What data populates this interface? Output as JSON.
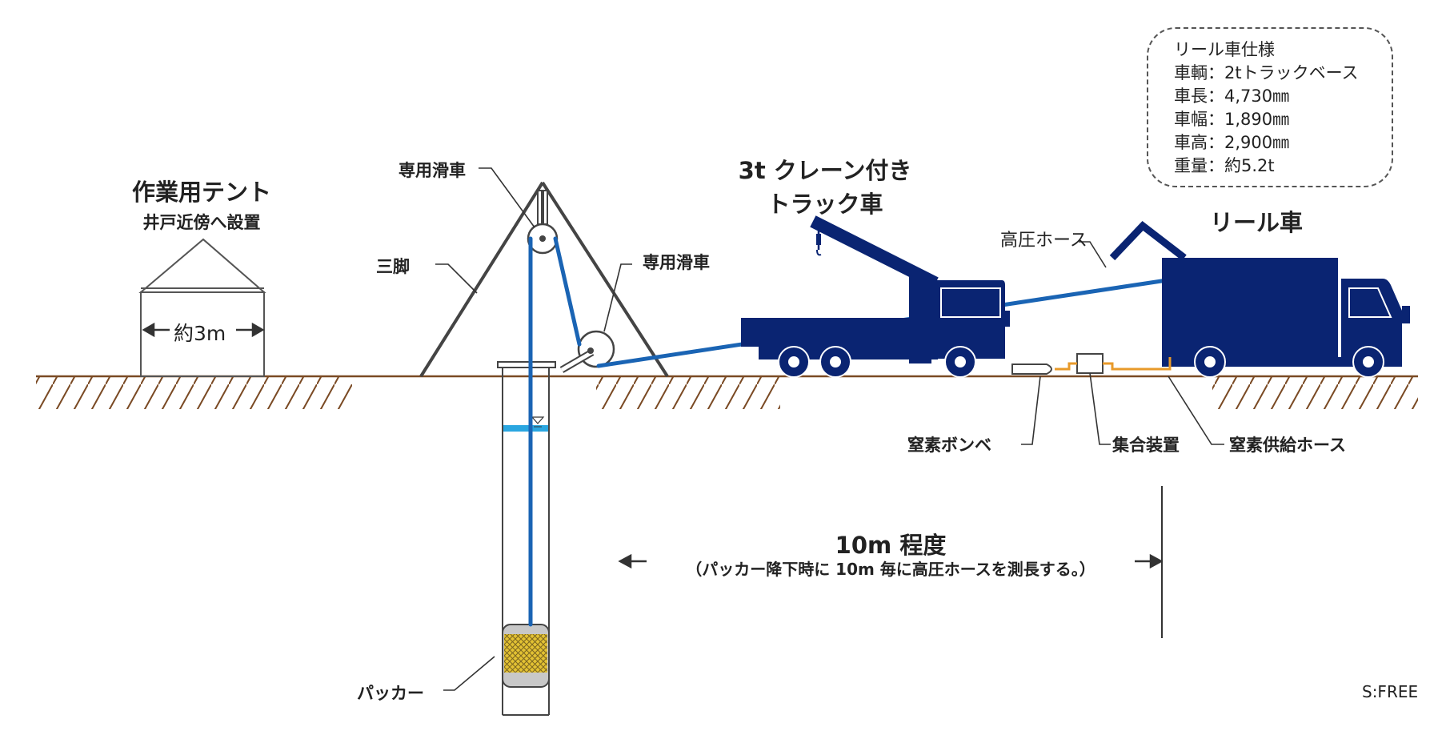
{
  "colors": {
    "navy": "#0a2472",
    "pipe_blue": "#1a64b4",
    "water": "#2aa6e0",
    "ground": "#7a4a24",
    "orange": "#e89a2a",
    "structure": "#444444"
  },
  "tent": {
    "title": "作業用テント",
    "subtitle": "井戸近傍へ設置",
    "width": "約3m"
  },
  "tripod": {
    "pulley_top": "専用滑車",
    "pulley_side": "専用滑車",
    "tripod": "三脚"
  },
  "crane_truck": {
    "line1": "3t クレーン付き",
    "line2": "トラック車"
  },
  "reel_truck": {
    "title": "リール車",
    "hose": "高圧ホース"
  },
  "spec": {
    "title": "リール車仕様",
    "lines": [
      "車輌：2tトラックベース",
      "車長：4,730㎜",
      "車幅：1,890㎜",
      "車高：2,900㎜",
      "重量：約5.2t"
    ]
  },
  "equipment": {
    "cylinder": "窒素ボンベ",
    "manifold": "集合装置",
    "supply_hose": "窒素供給ホース"
  },
  "distance": {
    "main": "10m 程度",
    "note": "（パッカー降下時に 10m 毎に高圧ホースを測長する。）"
  },
  "packer": "パッカー",
  "scale": "S:FREE"
}
